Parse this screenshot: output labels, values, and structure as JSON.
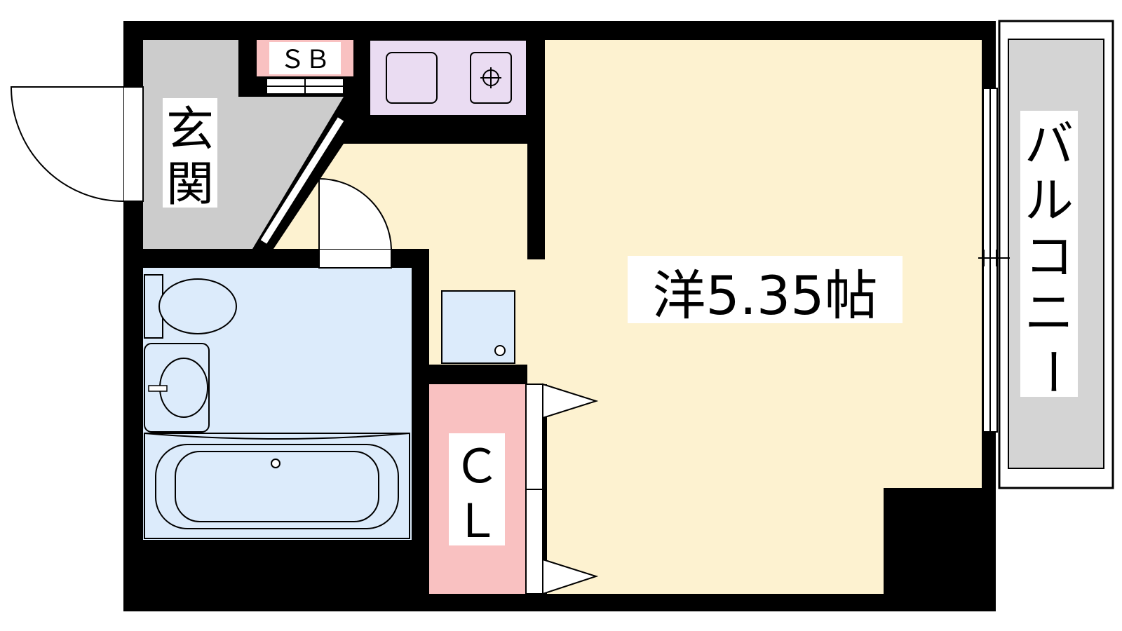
{
  "labels": {
    "genkan": [
      "玄",
      "関"
    ],
    "shoe_box": "ＳＢ",
    "closet": [
      "Ｃ",
      "Ｌ"
    ],
    "room": "洋5.35帖",
    "balcony": [
      "バ",
      "ル",
      "コ",
      "ニ",
      "ー"
    ]
  },
  "colors": {
    "wall": "#000000",
    "entrance": "#cccccc",
    "room": "#fdf2d0",
    "bath": "#dcebfb",
    "kitchen": "#eadcf2",
    "closet": "#f9c1c1",
    "shoe_box": "#f9c1c1",
    "balcony": "#d4d4d4"
  }
}
